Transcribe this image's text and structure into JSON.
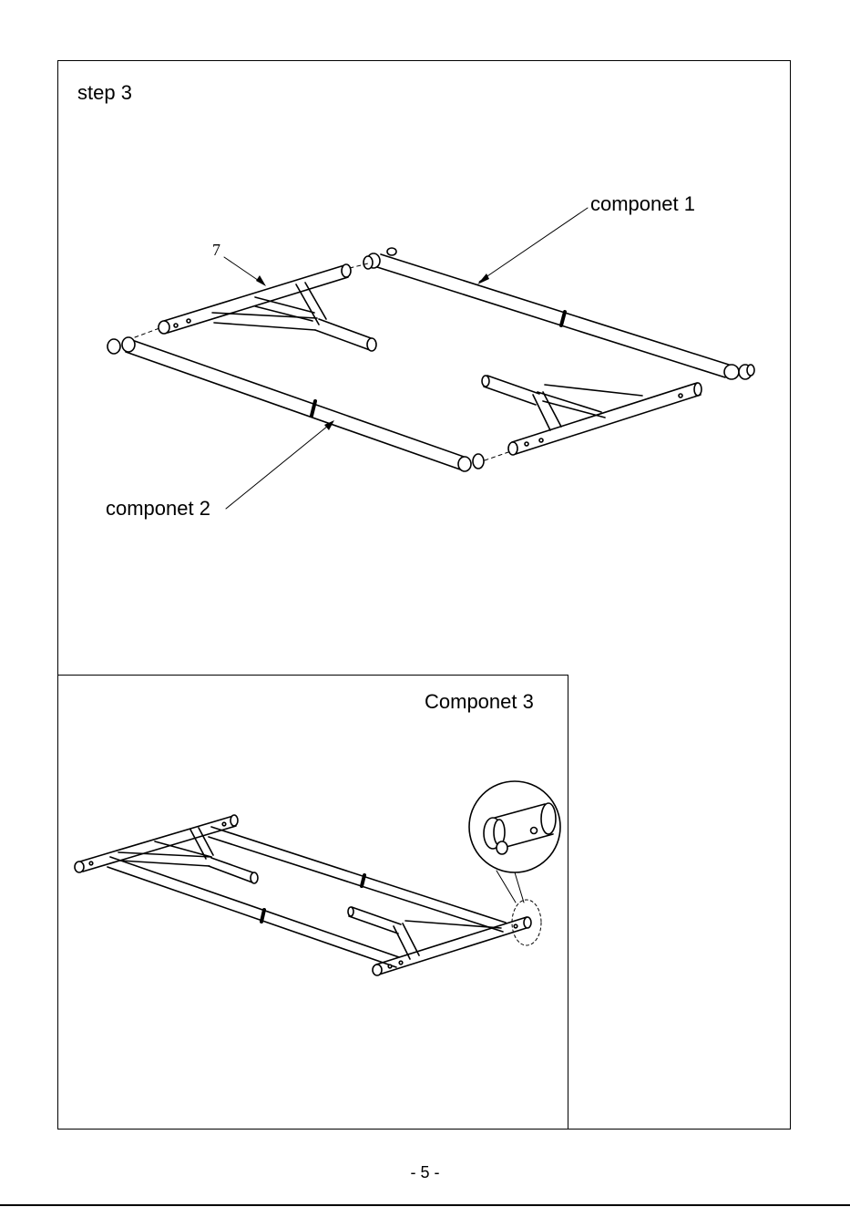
{
  "step": {
    "title": "step 3"
  },
  "callouts": {
    "component_1": "componet 1",
    "component_2": "componet 2",
    "component_3": "Componet 3",
    "part_7": "7"
  },
  "page": {
    "number": "- 5 -"
  }
}
